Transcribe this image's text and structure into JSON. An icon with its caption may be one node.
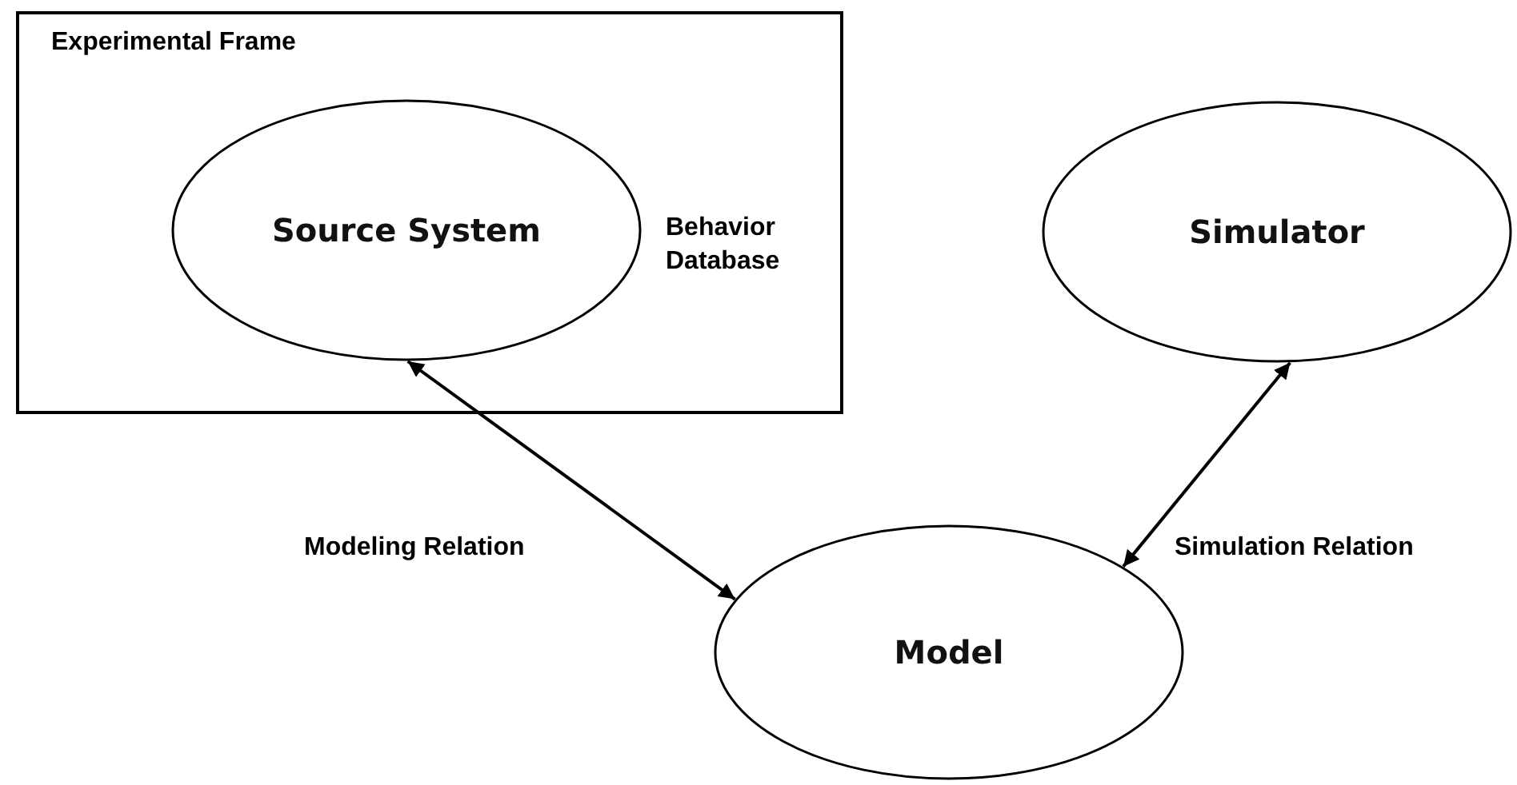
{
  "diagram": {
    "nodes": [
      {
        "text": [
          "Experimental Frame",
          "Behavior Database"
        ]
      },
      {
        "text": [
          "Source System"
        ],
        "in": 0
      },
      {
        "text": [
          "Simulator"
        ]
      },
      {
        "text": [
          "Model"
        ]
      }
    ],
    "edges": [
      {
        "from": 1,
        "to": 3,
        "arrow": "both",
        "label": "Modeling Relation"
      },
      {
        "from": 3,
        "to": 2,
        "arrow": "both",
        "label": "Simulation Relation"
      }
    ]
  }
}
